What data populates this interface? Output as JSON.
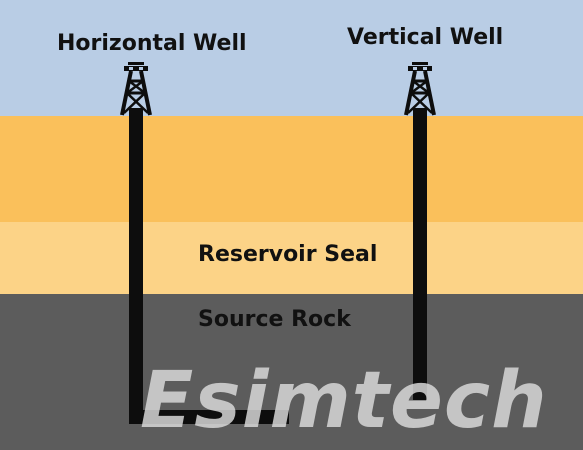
{
  "wells": {
    "horizontal": {
      "label": "Horizontal Well",
      "icon": "oil-derrick-icon"
    },
    "vertical": {
      "label": "Vertical Well",
      "icon": "oil-derrick-icon"
    }
  },
  "layers": {
    "sky": {
      "color": "#b9cde5"
    },
    "upper_rock": {
      "color": "#fac05b"
    },
    "reservoir_seal": {
      "label": "Reservoir Seal",
      "color": "#fcd387"
    },
    "source_rock": {
      "label": "Source Rock",
      "color": "#5c5c5c"
    }
  },
  "pipe_color": "#0d0d0d",
  "watermark": {
    "text": "Esimtech"
  }
}
